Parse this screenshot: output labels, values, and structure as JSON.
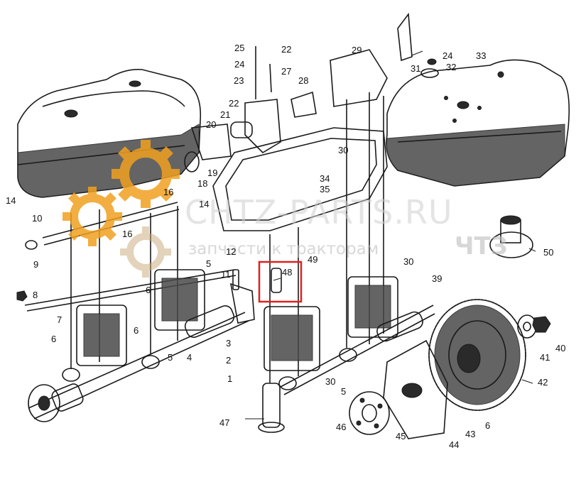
{
  "watermark": {
    "site": "CHTZ-PARTS.RU",
    "tagline": "запчасти к тракторам",
    "brand": "ЧТЗ",
    "gear_color": "#f0a020"
  },
  "highlight": {
    "label": "48",
    "color": "#e02020"
  },
  "callouts": [
    "1",
    "2",
    "3",
    "4",
    "5",
    "5",
    "5",
    "6",
    "6",
    "6",
    "7",
    "8",
    "9",
    "10",
    "11",
    "12",
    "14",
    "14",
    "16",
    "16",
    "18",
    "19",
    "20",
    "21",
    "22",
    "22",
    "23",
    "24",
    "24",
    "25",
    "27",
    "28",
    "29",
    "30",
    "30",
    "30",
    "31",
    "32",
    "33",
    "34",
    "35",
    "39",
    "40",
    "41",
    "42",
    "43",
    "44",
    "45",
    "46",
    "47",
    "49",
    "50",
    "6"
  ]
}
